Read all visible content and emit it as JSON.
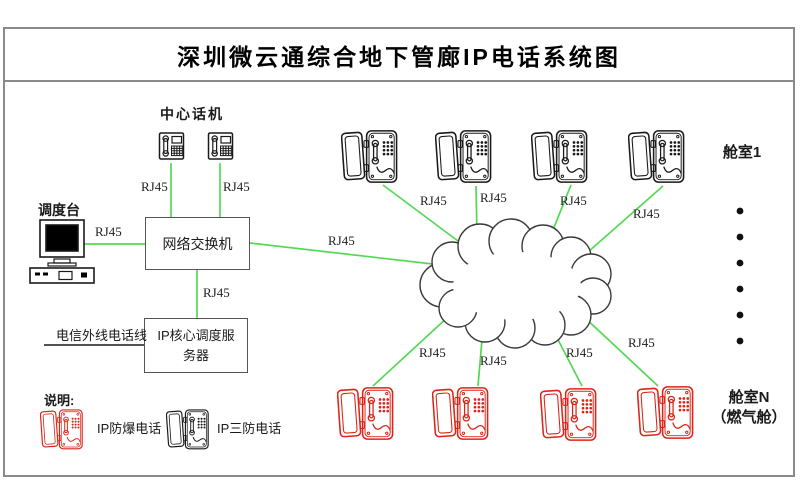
{
  "title": "深圳微云通综合地下管廊IP电话系统图",
  "labels": {
    "center_phones": "中心话机",
    "dispatch_console": "调度台",
    "network_switch": "网络交换机",
    "core_server": "IP核心调度服务器",
    "telecom_line": "电信外线电话线",
    "cabin_1": "舱室1",
    "cabin_n": "舱室N\n（燃气舱）",
    "rj45": "RJ45"
  },
  "legend": {
    "heading": "说明:",
    "items": [
      {
        "icon": "explosion-proof-phone-icon",
        "label": "IP防爆电话",
        "color": "#dd2418"
      },
      {
        "icon": "tri-proof-phone-icon",
        "label": "IP三防电话",
        "color": "#1a1a1a"
      }
    ]
  },
  "colors": {
    "connection_green": "#54d854",
    "explosion_proof_red": "#dd2418",
    "ink_black": "#1a1a1a"
  }
}
